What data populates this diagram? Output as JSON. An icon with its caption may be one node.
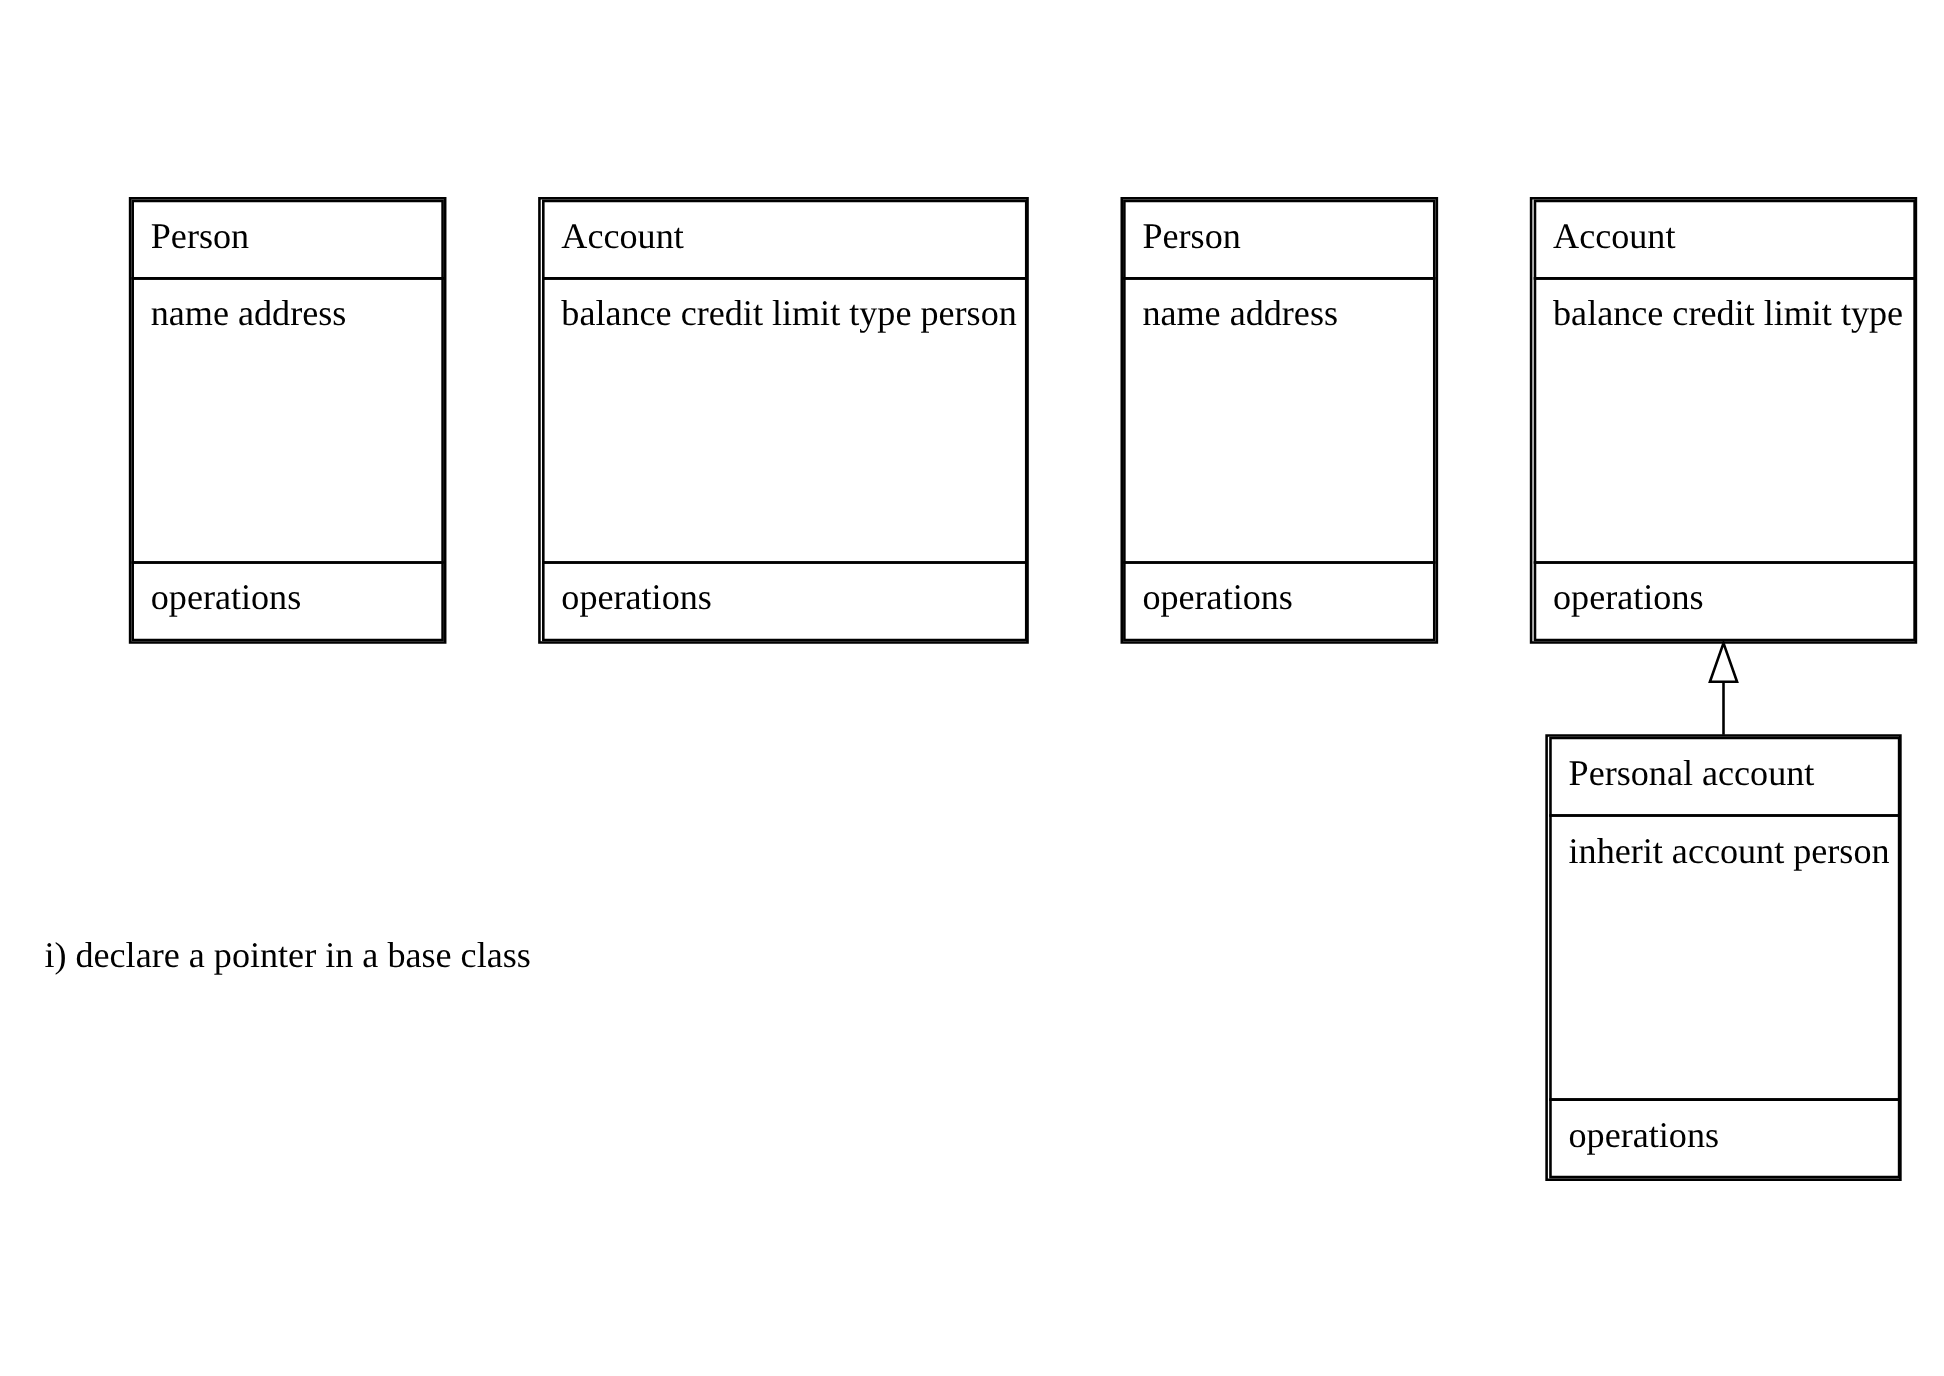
{
  "diagram": {
    "nodes": [
      {
        "text": [
          "Person",
          "name address",
          "operations"
        ]
      },
      {
        "text": [
          "Account",
          "balance credit limit type person",
          "operations"
        ]
      },
      {
        "text": [
          "Person",
          "name address",
          "operations"
        ]
      },
      {
        "text": [
          "Account",
          "balance credit limit type",
          "operations"
        ]
      },
      {
        "text": [
          "Personal account",
          "inherit account person",
          "operations"
        ]
      }
    ],
    "edges": [
      {
        "from": 4,
        "to": 3,
        "arrow": "to"
      }
    ],
    "labels": [
      "i) declare a pointer in a base class"
    ]
  }
}
